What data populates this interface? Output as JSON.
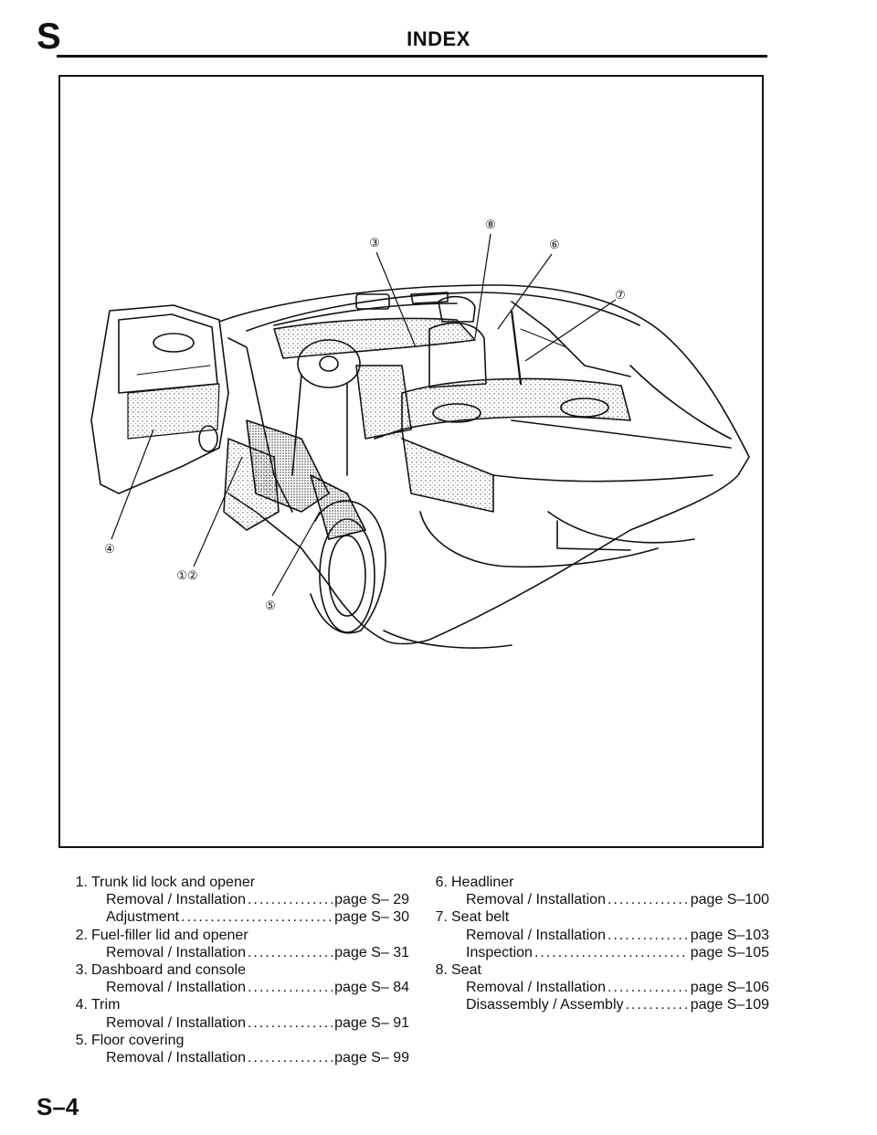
{
  "header": {
    "section_letter": "S",
    "title": "INDEX"
  },
  "figure": {
    "callouts": [
      "③",
      "⑧",
      "⑥",
      "⑦",
      "④",
      "①②",
      "⑤"
    ]
  },
  "left_column": [
    {
      "num": "1.",
      "title": "Trunk lid lock and opener",
      "entries": [
        {
          "label": "Removal / Installation",
          "page": "page S–  29"
        },
        {
          "label": "Adjustment",
          "page": "page S–  30"
        }
      ]
    },
    {
      "num": "2.",
      "title": "Fuel-filler lid and opener",
      "entries": [
        {
          "label": "Removal / Installation",
          "page": "page S–  31"
        }
      ]
    },
    {
      "num": "3.",
      "title": "Dashboard and console",
      "entries": [
        {
          "label": "Removal / Installation",
          "page": "page S–  84"
        }
      ]
    },
    {
      "num": "4.",
      "title": "Trim",
      "entries": [
        {
          "label": "Removal / Installation",
          "page": "page S–  91"
        }
      ]
    },
    {
      "num": "5.",
      "title": "Floor covering",
      "entries": [
        {
          "label": "Removal / Installation",
          "page": "page S–  99"
        }
      ]
    }
  ],
  "right_column": [
    {
      "num": "6.",
      "title": "Headliner",
      "entries": [
        {
          "label": "Removal / Installation",
          "page": "page S–100"
        }
      ]
    },
    {
      "num": "7.",
      "title": "Seat belt",
      "entries": [
        {
          "label": "Removal / Installation",
          "page": "page S–103"
        },
        {
          "label": "Inspection",
          "page": "page S–105"
        }
      ]
    },
    {
      "num": "8.",
      "title": "Seat",
      "entries": [
        {
          "label": "Removal / Installation",
          "page": "page S–106"
        },
        {
          "label": "Disassembly / Assembly",
          "page": "page S–109"
        }
      ]
    }
  ],
  "footer": {
    "page_number": "S–4"
  }
}
